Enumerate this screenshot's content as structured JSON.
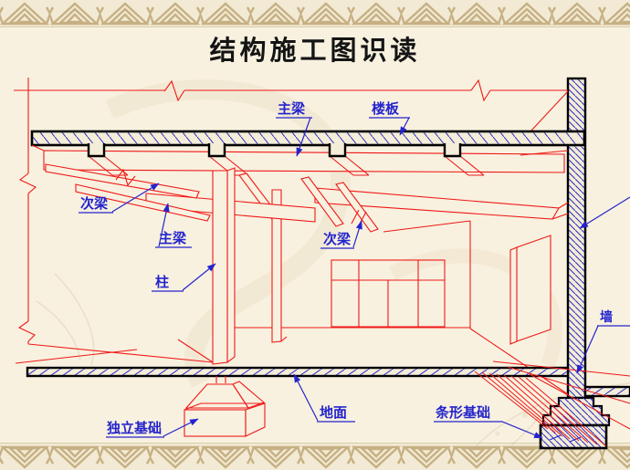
{
  "slide": {
    "title": "结构施工图识读"
  },
  "diagram": {
    "labels": {
      "main_beam_top": "主梁",
      "floor_slab": "楼板",
      "secondary_beam_left": "次梁",
      "main_beam_left": "主梁",
      "secondary_beam_mid": "次梁",
      "column": "柱",
      "independent_foundation": "独立基础",
      "ground": "地面",
      "strip_foundation": "条形基础",
      "wall_partial": "墙"
    },
    "colors": {
      "structure_red": "#f01818",
      "annotation_blue": "#2424cd",
      "outline_black": "#000000",
      "slide_background": "#f8f1df",
      "border_tan": "#c6b083"
    }
  }
}
